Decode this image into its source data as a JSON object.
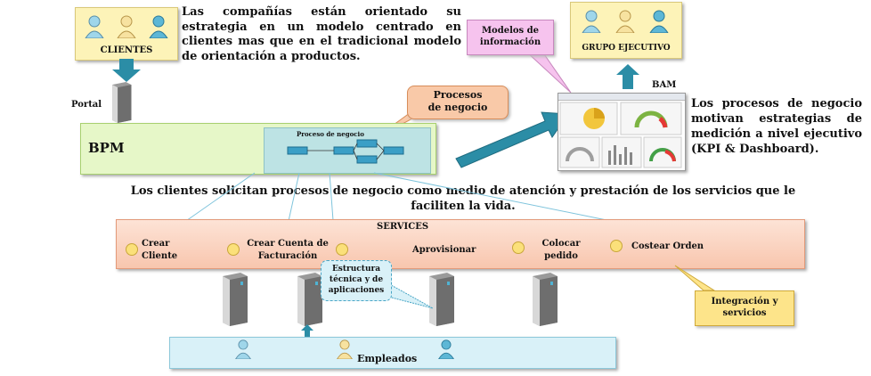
{
  "clientes": {
    "label": "CLIENTES"
  },
  "intro_text": "Las compañías están orientado su estrategia en un modelo centrado en clientes mas que en el tradicional modelo de orientación a productos.",
  "portal_label": "Portal",
  "bpm": {
    "label": "BPM",
    "inner_title": "Proceso de negocio"
  },
  "procesos_callout": "Procesos de negocio",
  "modelos_callout": "Modelos de información",
  "grupo_ejecutivo": "GRUPO EJECUTIVO",
  "bam_label": "BAM",
  "right_text": "Los procesos de negocio motivan estrategias de medición a nivel ejecutivo (KPI & Dashboard).",
  "middle_text": "Los clientes solicitan procesos de negocio como medio de atención y prestación de los servicios que le faciliten la vida.",
  "services": {
    "title": "SERVICES",
    "items": [
      "Crear Cliente",
      "Crear Cuenta de Facturación",
      "Aprovisionar",
      "Colocar pedido",
      "Costear Orden"
    ]
  },
  "estructura_callout": "Estructura técnica y de aplicaciones",
  "integracion_callout": "Integración y servicios",
  "empleados_label": "Empleados",
  "colors": {
    "yellow_box": "#fdf3b8",
    "bpm_green": "#e6f7c8",
    "services_orange": "#fbd1bd",
    "empleados_blue": "#d9f1f8",
    "arrow_teal": "#2b8da6",
    "callout_orange": "#f9c9a8",
    "callout_pink": "#f6c3ee"
  }
}
